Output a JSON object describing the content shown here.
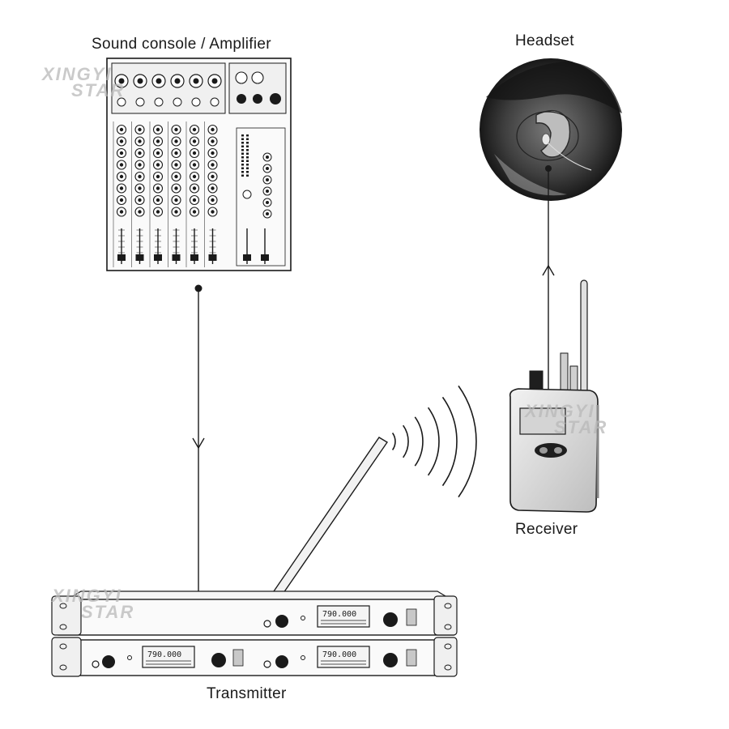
{
  "labels": {
    "console": "Sound console / Amplifier",
    "headset": "Headset",
    "receiver": "Receiver",
    "transmitter": "Transmitter"
  },
  "watermark": {
    "line1": "XINGYI",
    "line2": "STAR"
  },
  "transmitter_display": {
    "readout": "790.000"
  },
  "colors": {
    "ink": "#1a1a1a",
    "device_gray": "#e6e6e6",
    "watermark": "#b9b9b9"
  }
}
